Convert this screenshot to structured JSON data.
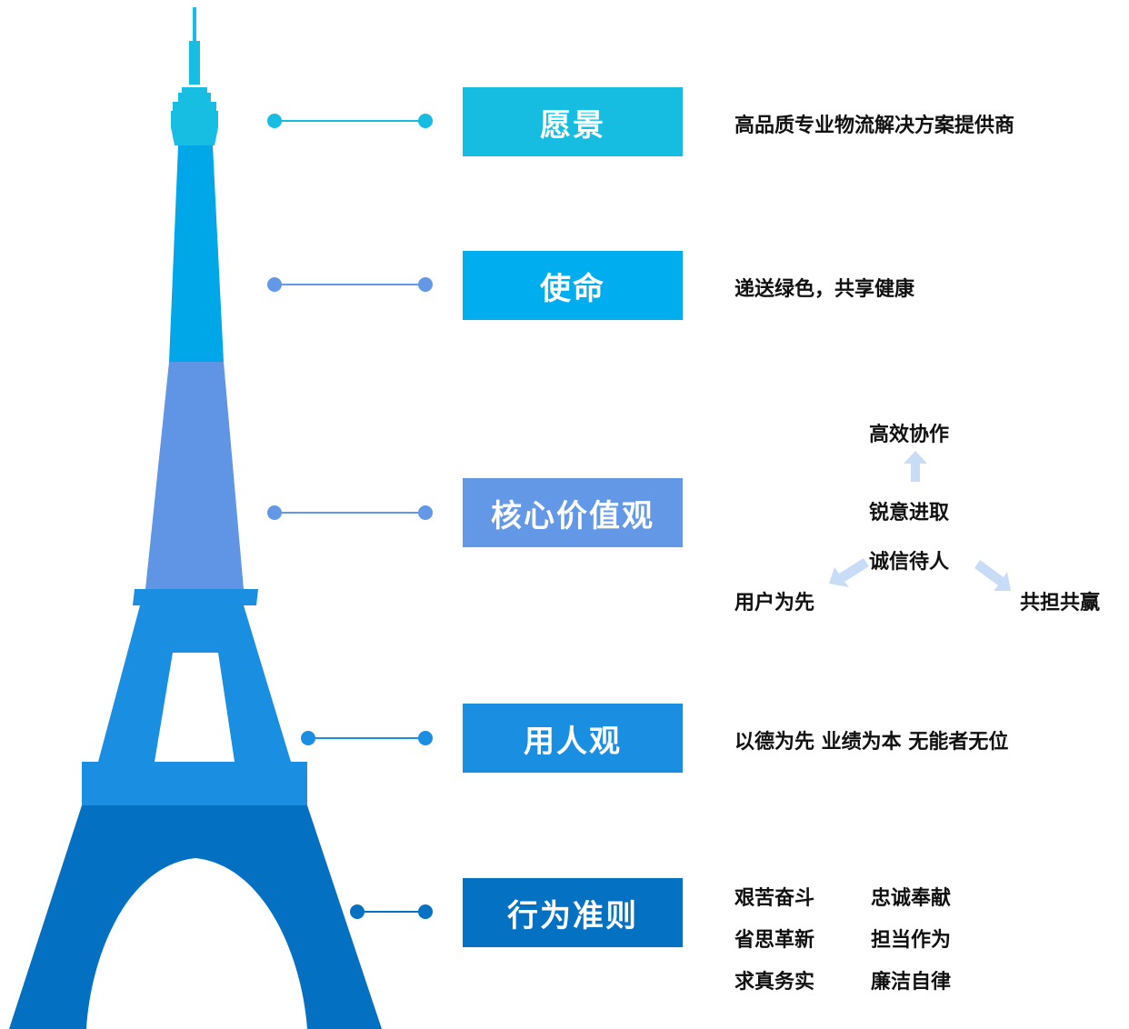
{
  "colors": {
    "tower_top": "#18BDE2",
    "tower_upper": "#00A7E8",
    "tower_middle": "#5F95E4",
    "tower_lower": "#1A8EE0",
    "tower_base": "#0470C1",
    "arrow": "#C8DCF5"
  },
  "levels": [
    {
      "label": "愿景",
      "color": "#16BDE0",
      "description": "高品质专业物流解决方案提供商"
    },
    {
      "label": "使命",
      "color": "#00ADEF",
      "description": "递送绿色，共享健康"
    },
    {
      "label": "核心价值观",
      "color": "#6298E6",
      "description": ""
    },
    {
      "label": "用人观",
      "color": "#1A8EE0",
      "description": "以德为先 业绩为本 无能者无位"
    },
    {
      "label": "行为准则",
      "color": "#0471C2",
      "description": ""
    }
  ],
  "core_values": {
    "top": "高效协作",
    "center_upper": "锐意进取",
    "center_lower": "诚信待人",
    "left": "用户为先",
    "right": "共担共赢"
  },
  "code_of_conduct": {
    "left": [
      "艰苦奋斗",
      "省思革新",
      "求真务实"
    ],
    "right": [
      "忠诚奉献",
      "担当作为",
      "廉洁自律"
    ]
  }
}
